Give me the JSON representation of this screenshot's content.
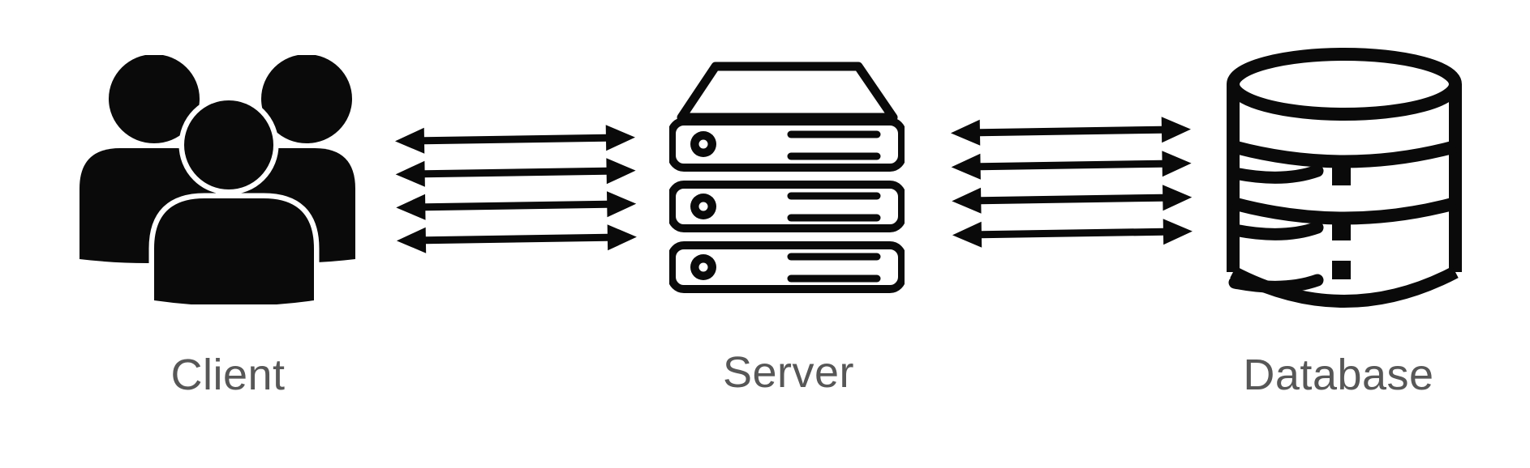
{
  "diagram": {
    "type": "architecture-flow",
    "background_color": "#ffffff",
    "icon_color": "#0a0a0a",
    "label_color": "#575757",
    "nodes": [
      {
        "id": "client",
        "label": "Client",
        "icon": "users-group-icon"
      },
      {
        "id": "server",
        "label": "Server",
        "icon": "server-stack-icon"
      },
      {
        "id": "database",
        "label": "Database",
        "icon": "database-cylinder-icon"
      }
    ],
    "connections": [
      {
        "from": "client",
        "to": "server",
        "bidirectional": true,
        "arrow_count": 4
      },
      {
        "from": "server",
        "to": "database",
        "bidirectional": true,
        "arrow_count": 4
      }
    ]
  }
}
